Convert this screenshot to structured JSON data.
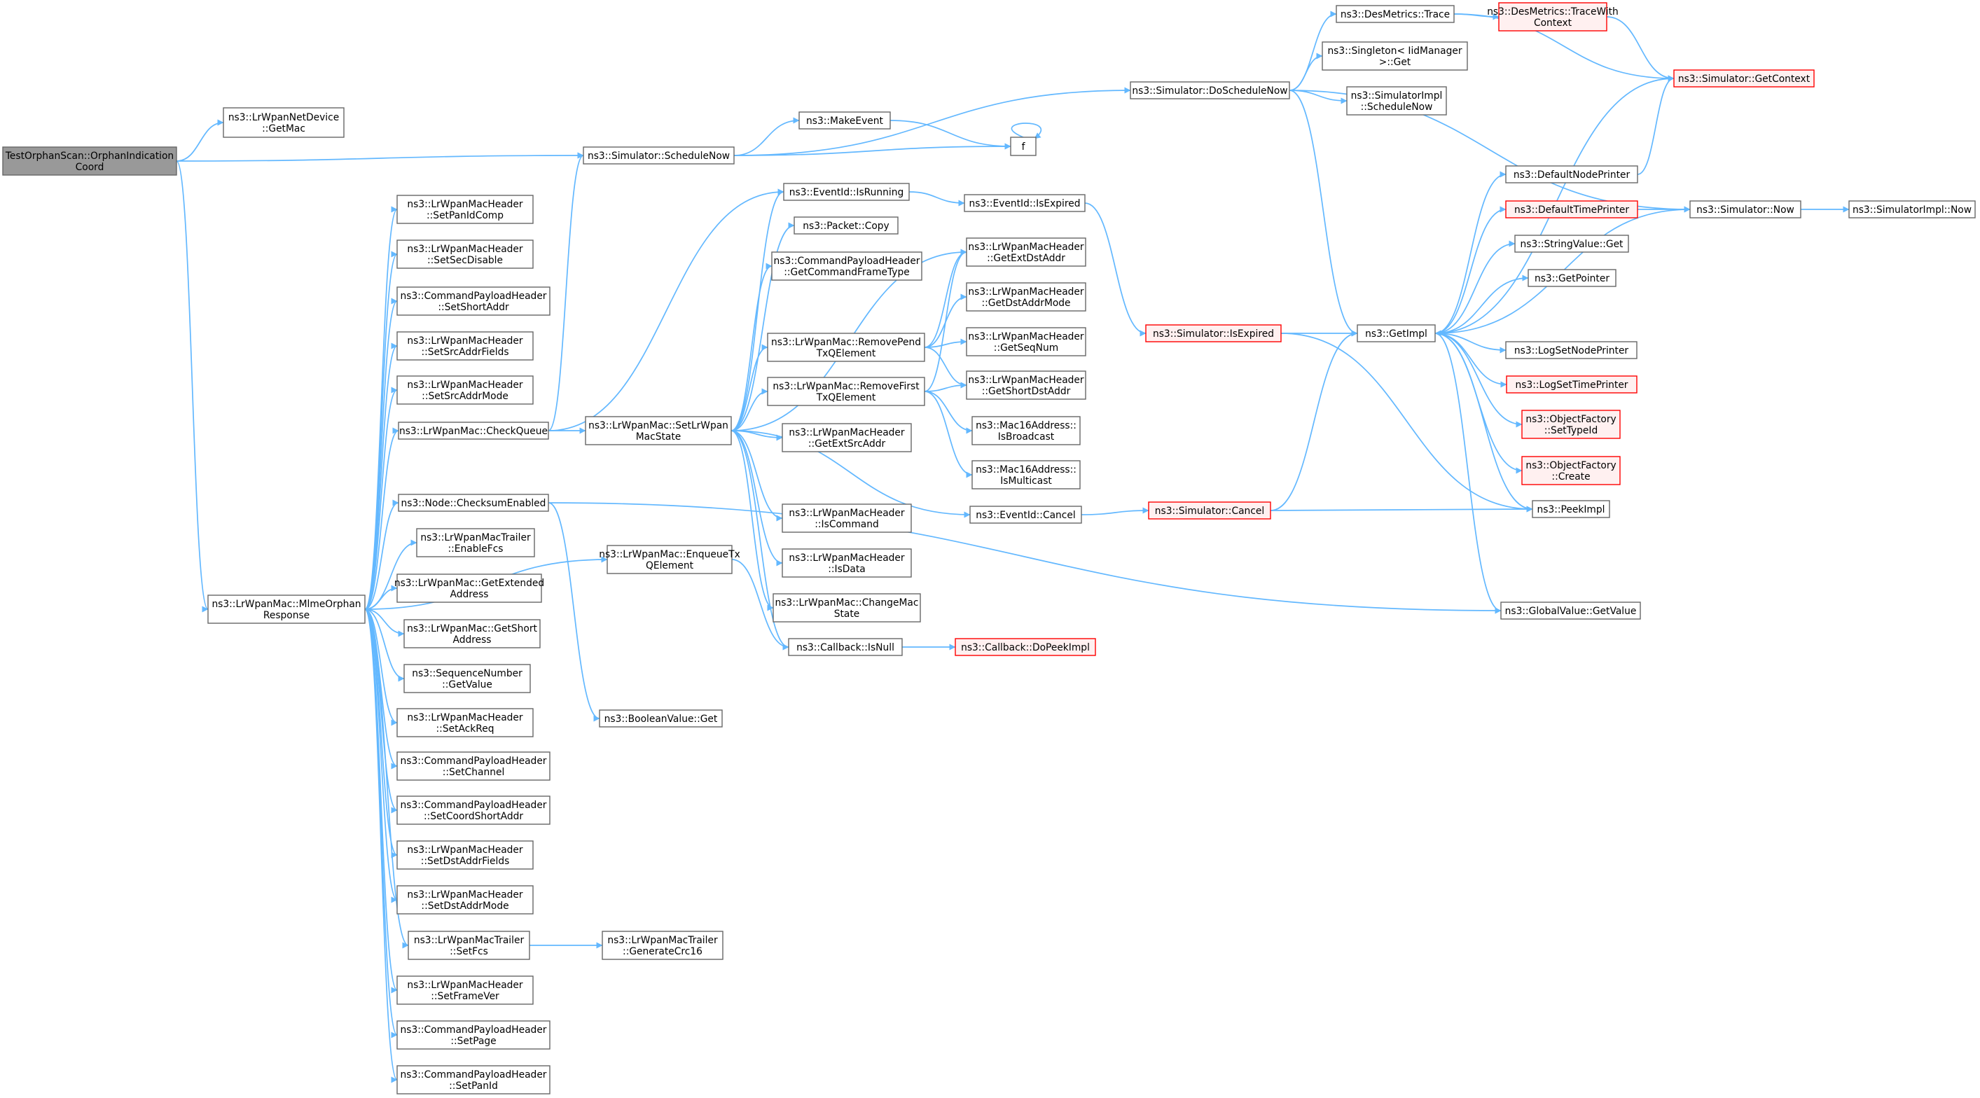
{
  "diagram": {
    "type": "call-graph",
    "colors": {
      "edge": "#63b8ff",
      "node_border": "#666666",
      "root_fill": "#999999",
      "truncated_border": "#ff0000",
      "truncated_fill": "#fff0f0"
    },
    "nodes": [
      {
        "id": "root",
        "lines": [
          "TestOrphanScan::OrphanIndication",
          "Coord"
        ],
        "style": "root"
      },
      {
        "id": "getmac",
        "lines": [
          "ns3::LrWpanNetDevice",
          "::GetMac"
        ]
      },
      {
        "id": "mlme",
        "lines": [
          "ns3::LrWpanMac::MlmeOrphan",
          "Response"
        ]
      },
      {
        "id": "schednow",
        "lines": [
          "ns3::Simulator::ScheduleNow"
        ]
      },
      {
        "id": "makeevent",
        "lines": [
          "ns3::MakeEvent"
        ]
      },
      {
        "id": "f",
        "lines": [
          "f"
        ]
      },
      {
        "id": "doschednow",
        "lines": [
          "ns3::Simulator::DoScheduleNow"
        ]
      },
      {
        "id": "trace",
        "lines": [
          "ns3::DesMetrics::Trace"
        ]
      },
      {
        "id": "tracectx",
        "lines": [
          "ns3::DesMetrics::TraceWith",
          "Context"
        ],
        "style": "trunc"
      },
      {
        "id": "simgetctx",
        "lines": [
          "ns3::Simulator::GetContext"
        ],
        "style": "trunc"
      },
      {
        "id": "singleton",
        "lines": [
          "ns3::Singleton< IidManager",
          ">::Get"
        ]
      },
      {
        "id": "implsched",
        "lines": [
          "ns3::SimulatorImpl",
          "::ScheduleNow"
        ]
      },
      {
        "id": "defnode",
        "lines": [
          "ns3::DefaultNodePrinter"
        ]
      },
      {
        "id": "deftime",
        "lines": [
          "ns3::DefaultTimePrinter"
        ],
        "style": "trunc"
      },
      {
        "id": "simnow",
        "lines": [
          "ns3::Simulator::Now"
        ]
      },
      {
        "id": "implnow",
        "lines": [
          "ns3::SimulatorImpl::Now"
        ]
      },
      {
        "id": "strget",
        "lines": [
          "ns3::StringValue::Get"
        ]
      },
      {
        "id": "getptr",
        "lines": [
          "ns3::GetPointer"
        ]
      },
      {
        "id": "getimpl",
        "lines": [
          "ns3::GetImpl"
        ]
      },
      {
        "id": "lognode",
        "lines": [
          "ns3::LogSetNodePrinter"
        ]
      },
      {
        "id": "logtime",
        "lines": [
          "ns3::LogSetTimePrinter"
        ],
        "style": "trunc"
      },
      {
        "id": "settypeid",
        "lines": [
          "ns3::ObjectFactory",
          "::SetTypeId"
        ],
        "style": "trunc"
      },
      {
        "id": "create",
        "lines": [
          "ns3::ObjectFactory",
          "::Create"
        ],
        "style": "trunc"
      },
      {
        "id": "peekimpl",
        "lines": [
          "ns3::PeekImpl"
        ]
      },
      {
        "id": "globget",
        "lines": [
          "ns3::GlobalValue::GetValue"
        ]
      },
      {
        "id": "isexpired_sim",
        "lines": [
          "ns3::Simulator::IsExpired"
        ],
        "style": "trunc"
      },
      {
        "id": "simcancel",
        "lines": [
          "ns3::Simulator::Cancel"
        ],
        "style": "trunc"
      },
      {
        "id": "isrunning",
        "lines": [
          "ns3::EventId::IsRunning"
        ]
      },
      {
        "id": "evexpired",
        "lines": [
          "ns3::EventId::IsExpired"
        ]
      },
      {
        "id": "pcopy",
        "lines": [
          "ns3::Packet::Copy"
        ]
      },
      {
        "id": "cmdframe",
        "lines": [
          "ns3::CommandPayloadHeader",
          "::GetCommandFrameType"
        ]
      },
      {
        "id": "extdst",
        "lines": [
          "ns3::LrWpanMacHeader",
          "::GetExtDstAddr"
        ]
      },
      {
        "id": "dstmode",
        "lines": [
          "ns3::LrWpanMacHeader",
          "::GetDstAddrMode"
        ]
      },
      {
        "id": "seqnum",
        "lines": [
          "ns3::LrWpanMacHeader",
          "::GetSeqNum"
        ]
      },
      {
        "id": "shortdst",
        "lines": [
          "ns3::LrWpanMacHeader",
          "::GetShortDstAddr"
        ]
      },
      {
        "id": "rmpend",
        "lines": [
          "ns3::LrWpanMac::RemovePend",
          "TxQElement"
        ]
      },
      {
        "id": "rmfirst",
        "lines": [
          "ns3::LrWpanMac::RemoveFirst",
          "TxQElement"
        ]
      },
      {
        "id": "isbcast",
        "lines": [
          "ns3::Mac16Address::",
          "IsBroadcast"
        ]
      },
      {
        "id": "ismcast",
        "lines": [
          "ns3::Mac16Address::",
          "IsMulticast"
        ]
      },
      {
        "id": "setstate",
        "lines": [
          "ns3::LrWpanMac::SetLrWpan",
          "MacState"
        ]
      },
      {
        "id": "extsrc",
        "lines": [
          "ns3::LrWpanMacHeader",
          "::GetExtSrcAddr"
        ]
      },
      {
        "id": "evcancel",
        "lines": [
          "ns3::EventId::Cancel"
        ]
      },
      {
        "id": "iscmd",
        "lines": [
          "ns3::LrWpanMacHeader",
          "::IsCommand"
        ]
      },
      {
        "id": "isdata",
        "lines": [
          "ns3::LrWpanMacHeader",
          "::IsData"
        ]
      },
      {
        "id": "chgstate",
        "lines": [
          "ns3::LrWpanMac::ChangeMac",
          "State"
        ]
      },
      {
        "id": "cbnull",
        "lines": [
          "ns3::Callback::IsNull"
        ]
      },
      {
        "id": "cbpeek",
        "lines": [
          "ns3::Callback::DoPeekImpl"
        ],
        "style": "trunc"
      },
      {
        "id": "checkq",
        "lines": [
          "ns3::LrWpanMac::CheckQueue"
        ]
      },
      {
        "id": "chksum",
        "lines": [
          "ns3::Node::ChecksumEnabled"
        ]
      },
      {
        "id": "enqueue",
        "lines": [
          "ns3::LrWpanMac::EnqueueTx",
          "QElement"
        ]
      },
      {
        "id": "boolget",
        "lines": [
          "ns3::BooleanValue::Get"
        ]
      },
      {
        "id": "panidcomp",
        "lines": [
          "ns3::LrWpanMacHeader",
          "::SetPanIdComp"
        ]
      },
      {
        "id": "secdis",
        "lines": [
          "ns3::LrWpanMacHeader",
          "::SetSecDisable"
        ]
      },
      {
        "id": "cmdshort",
        "lines": [
          "ns3::CommandPayloadHeader",
          "::SetShortAddr"
        ]
      },
      {
        "id": "srcfields",
        "lines": [
          "ns3::LrWpanMacHeader",
          "::SetSrcAddrFields"
        ]
      },
      {
        "id": "srcmode",
        "lines": [
          "ns3::LrWpanMacHeader",
          "::SetSrcAddrMode"
        ]
      },
      {
        "id": "enfcs",
        "lines": [
          "ns3::LrWpanMacTrailer",
          "::EnableFcs"
        ]
      },
      {
        "id": "getext",
        "lines": [
          "ns3::LrWpanMac::GetExtended",
          "Address"
        ]
      },
      {
        "id": "getshort",
        "lines": [
          "ns3::LrWpanMac::GetShort",
          "Address"
        ]
      },
      {
        "id": "seqval",
        "lines": [
          "ns3::SequenceNumber",
          "::GetValue"
        ]
      },
      {
        "id": "ackreq",
        "lines": [
          "ns3::LrWpanMacHeader",
          "::SetAckReq"
        ]
      },
      {
        "id": "setchan",
        "lines": [
          "ns3::CommandPayloadHeader",
          "::SetChannel"
        ]
      },
      {
        "id": "coordshort",
        "lines": [
          "ns3::CommandPayloadHeader",
          "::SetCoordShortAddr"
        ]
      },
      {
        "id": "dstfields",
        "lines": [
          "ns3::LrWpanMacHeader",
          "::SetDstAddrFields"
        ]
      },
      {
        "id": "dstmodeset",
        "lines": [
          "ns3::LrWpanMacHeader",
          "::SetDstAddrMode"
        ]
      },
      {
        "id": "setfcs",
        "lines": [
          "ns3::LrWpanMacTrailer",
          "::SetFcs"
        ]
      },
      {
        "id": "crc16",
        "lines": [
          "ns3::LrWpanMacTrailer",
          "::GenerateCrc16"
        ]
      },
      {
        "id": "framever",
        "lines": [
          "ns3::LrWpanMacHeader",
          "::SetFrameVer"
        ]
      },
      {
        "id": "setpage",
        "lines": [
          "ns3::CommandPayloadHeader",
          "::SetPage"
        ]
      },
      {
        "id": "setpanid",
        "lines": [
          "ns3::CommandPayloadHeader",
          "::SetPanId"
        ]
      }
    ],
    "edges": [
      [
        "root",
        "getmac"
      ],
      [
        "root",
        "schednow"
      ],
      [
        "root",
        "mlme"
      ],
      [
        "schednow",
        "makeevent"
      ],
      [
        "schednow",
        "f"
      ],
      [
        "schednow",
        "doschednow"
      ],
      [
        "makeevent",
        "f"
      ],
      [
        "f",
        "f"
      ],
      [
        "doschednow",
        "trace"
      ],
      [
        "doschednow",
        "singleton"
      ],
      [
        "doschednow",
        "implsched"
      ],
      [
        "doschednow",
        "simnow"
      ],
      [
        "doschednow",
        "getimpl"
      ],
      [
        "trace",
        "tracectx"
      ],
      [
        "trace",
        "simgetctx"
      ],
      [
        "tracectx",
        "simgetctx"
      ],
      [
        "defnode",
        "simgetctx"
      ],
      [
        "getimpl",
        "simgetctx"
      ],
      [
        "deftime",
        "simnow"
      ],
      [
        "simnow",
        "implnow"
      ],
      [
        "simnow",
        "getimpl"
      ],
      [
        "getimpl",
        "defnode"
      ],
      [
        "getimpl",
        "deftime"
      ],
      [
        "getimpl",
        "strget"
      ],
      [
        "getimpl",
        "getptr"
      ],
      [
        "getimpl",
        "lognode"
      ],
      [
        "getimpl",
        "logtime"
      ],
      [
        "getimpl",
        "settypeid"
      ],
      [
        "getimpl",
        "create"
      ],
      [
        "getimpl",
        "peekimpl"
      ],
      [
        "getimpl",
        "globget"
      ],
      [
        "isexpired_sim",
        "getimpl"
      ],
      [
        "isexpired_sim",
        "peekimpl"
      ],
      [
        "simcancel",
        "getimpl"
      ],
      [
        "simcancel",
        "peekimpl"
      ],
      [
        "isrunning",
        "evexpired"
      ],
      [
        "evexpired",
        "isexpired_sim"
      ],
      [
        "evcancel",
        "simcancel"
      ],
      [
        "rmpend",
        "extdst"
      ],
      [
        "rmpend",
        "dstmode"
      ],
      [
        "rmpend",
        "seqnum"
      ],
      [
        "rmpend",
        "shortdst"
      ],
      [
        "rmfirst",
        "extdst"
      ],
      [
        "rmfirst",
        "shortdst"
      ],
      [
        "rmfirst",
        "isbcast"
      ],
      [
        "rmfirst",
        "ismcast"
      ],
      [
        "setstate",
        "isrunning"
      ],
      [
        "setstate",
        "pcopy"
      ],
      [
        "setstate",
        "cmdframe"
      ],
      [
        "setstate",
        "extdst"
      ],
      [
        "setstate",
        "rmpend"
      ],
      [
        "setstate",
        "rmfirst"
      ],
      [
        "setstate",
        "extsrc"
      ],
      [
        "setstate",
        "evcancel"
      ],
      [
        "setstate",
        "iscmd"
      ],
      [
        "setstate",
        "isdata"
      ],
      [
        "setstate",
        "chgstate"
      ],
      [
        "setstate",
        "cbnull"
      ],
      [
        "cbnull",
        "cbpeek"
      ],
      [
        "checkq",
        "schednow"
      ],
      [
        "checkq",
        "isrunning"
      ],
      [
        "checkq",
        "setstate"
      ],
      [
        "enqueue",
        "cbnull"
      ],
      [
        "chksum",
        "globget"
      ],
      [
        "chksum",
        "boolget"
      ],
      [
        "setfcs",
        "crc16"
      ],
      [
        "mlme",
        "panidcomp"
      ],
      [
        "mlme",
        "secdis"
      ],
      [
        "mlme",
        "cmdshort"
      ],
      [
        "mlme",
        "srcfields"
      ],
      [
        "mlme",
        "srcmode"
      ],
      [
        "mlme",
        "checkq"
      ],
      [
        "mlme",
        "chksum"
      ],
      [
        "mlme",
        "enfcs"
      ],
      [
        "mlme",
        "getext"
      ],
      [
        "mlme",
        "getshort"
      ],
      [
        "mlme",
        "seqval"
      ],
      [
        "mlme",
        "ackreq"
      ],
      [
        "mlme",
        "setchan"
      ],
      [
        "mlme",
        "coordshort"
      ],
      [
        "mlme",
        "dstfields"
      ],
      [
        "mlme",
        "dstmodeset"
      ],
      [
        "mlme",
        "setfcs"
      ],
      [
        "mlme",
        "framever"
      ],
      [
        "mlme",
        "setpage"
      ],
      [
        "mlme",
        "setpanid"
      ],
      [
        "mlme",
        "enqueue"
      ]
    ]
  }
}
